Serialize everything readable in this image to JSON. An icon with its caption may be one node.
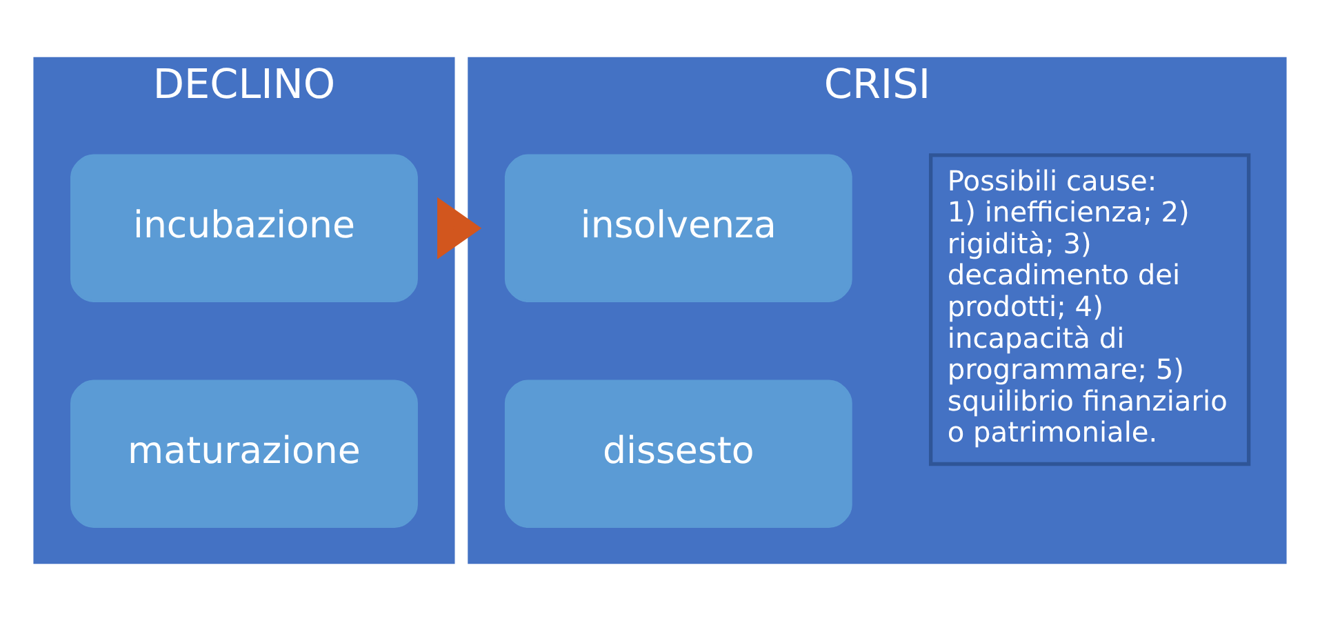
{
  "diagram": {
    "nodes": [
      {
        "text": [
          "DECLINO"
        ]
      },
      {
        "text": [
          "incubazione"
        ],
        "in": 0
      },
      {
        "text": [
          "maturazione"
        ],
        "in": 0
      },
      {
        "text": [
          "CRISI"
        ]
      },
      {
        "text": [
          "insolvenza"
        ],
        "in": 3
      },
      {
        "text": [
          "dissesto"
        ],
        "in": 3
      },
      {
        "text": [
          "Possibili cause:",
          "1) inefficienza; 2) rigidità; 3) decadimento dei prodotti; 4) incapacità di programmare; 5) squilibrio finanziario o patrimoniale."
        ],
        "in": 3
      }
    ],
    "edges": [
      {
        "from": 0,
        "to": 3,
        "arrow": "to",
        "style": "thick",
        "color": "#d2561e"
      }
    ]
  }
}
